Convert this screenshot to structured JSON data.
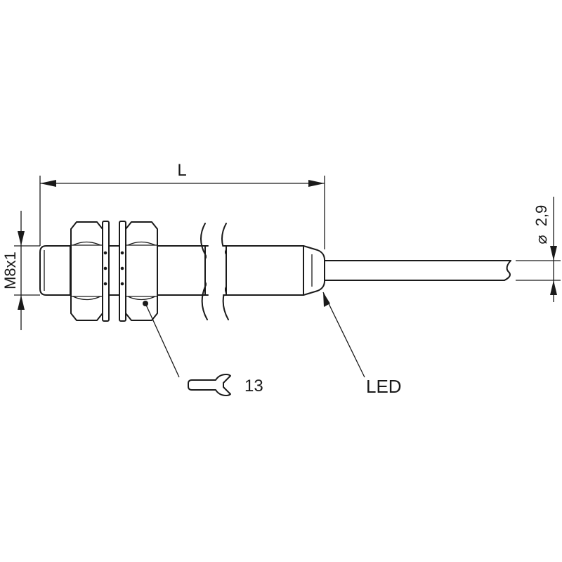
{
  "dimensions": {
    "length_label": "L",
    "thread_label": "M8x1",
    "cable_diameter_symbol": "⌀",
    "cable_diameter_value": "2,9"
  },
  "callouts": {
    "wrench_size": "13",
    "led_label": "LED"
  },
  "icons": {
    "wrench": "wrench-icon",
    "diameter": "diameter-symbol"
  }
}
